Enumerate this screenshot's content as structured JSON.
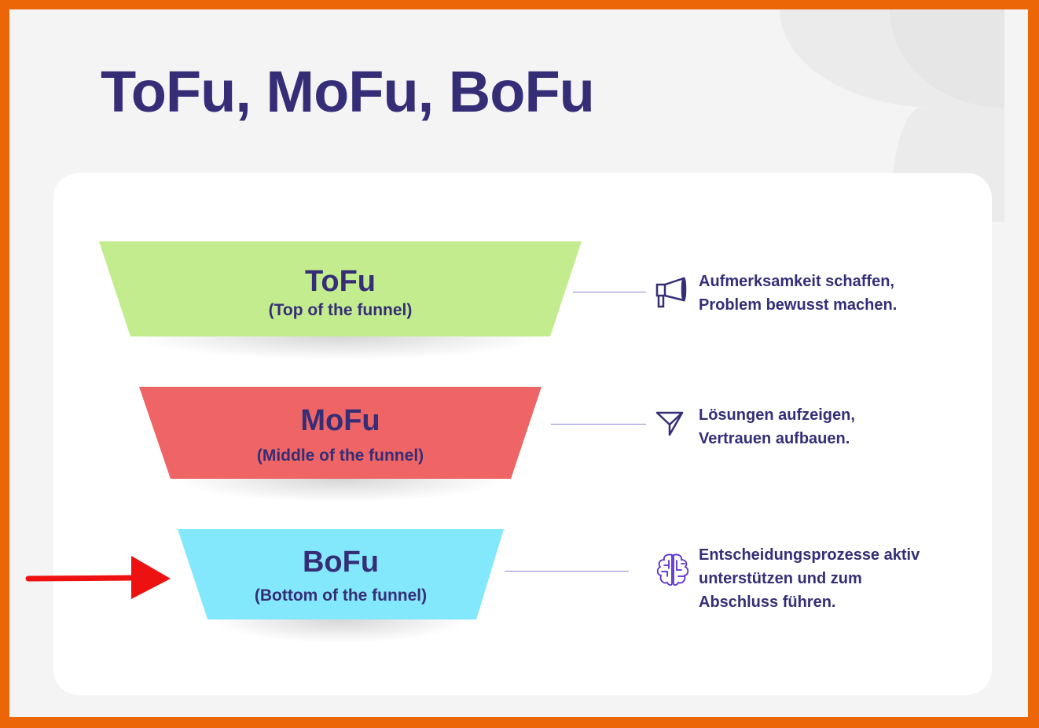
{
  "title": "ToFu, MoFu, BoFu",
  "colors": {
    "border": "#ec6608",
    "text": "#352e77",
    "tofu": "#c3ec8f",
    "mofu": "#ef6464",
    "bofu": "#84e8fd",
    "arrow": "#ee1111"
  },
  "stages": [
    {
      "name": "ToFu",
      "subtitle": "(Top of the funnel)",
      "icon": "megaphone-icon",
      "description_lines": [
        "Aufmerksamkeit schaffen,",
        "Problem bewusst machen."
      ]
    },
    {
      "name": "MoFu",
      "subtitle": "(Middle of the funnel)",
      "icon": "funnel-icon",
      "description_lines": [
        "Lösungen aufzeigen,",
        "Vertrauen aufbauen."
      ]
    },
    {
      "name": "BoFu",
      "subtitle": "(Bottom of the funnel)",
      "icon": "brain-icon",
      "description_lines": [
        "Entscheidungsprozesse aktiv",
        "unterstützen und zum",
        "Abschluss führen."
      ]
    }
  ]
}
